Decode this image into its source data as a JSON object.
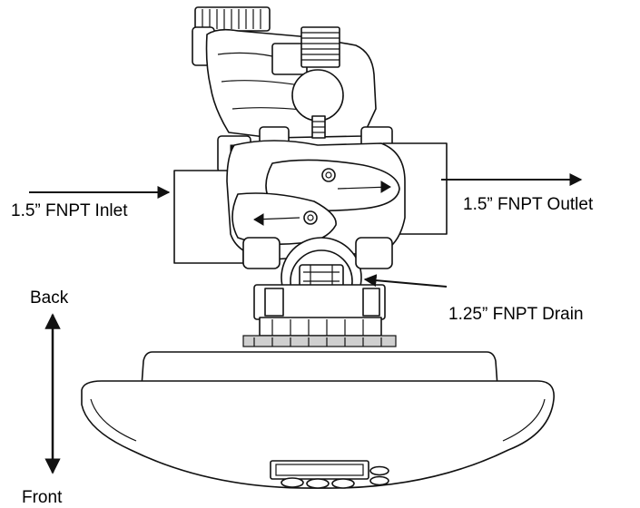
{
  "labels": {
    "inlet": "1.5” FNPT Inlet",
    "outlet": "1.5” FNPT Outlet",
    "drain": "1.25” FNPT Drain",
    "back": "Back",
    "front": "Front"
  },
  "colors": {
    "line": "#111111",
    "background": "#ffffff"
  },
  "icons": {
    "direction": "double-arrow-vertical",
    "flow": "arrow-right",
    "pointer": "arrow-left"
  }
}
